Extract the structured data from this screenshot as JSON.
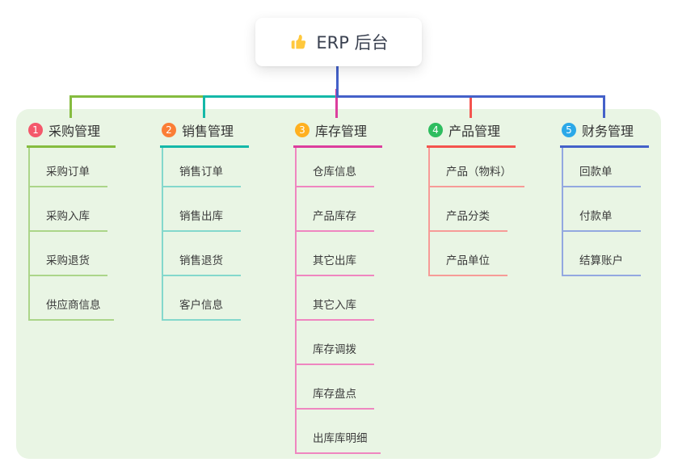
{
  "root": {
    "title": "ERP 后台",
    "icon": "thumbs-up-icon"
  },
  "colors": {
    "panel_bg": "#E9F5E4",
    "connector_blue": "#4461C9",
    "root_icon_yellow": "#FFC83D"
  },
  "branches": [
    {
      "badge": "1",
      "label": "采购管理",
      "color": "#85BC3F",
      "light_color": "#ABD589",
      "badge_color": "#F4586B",
      "children": [
        "采购订单",
        "采购入库",
        "采购退货",
        "供应商信息"
      ]
    },
    {
      "badge": "2",
      "label": "销售管理",
      "color": "#14B8A8",
      "light_color": "#84D8CC",
      "badge_color": "#FB7E36",
      "children": [
        "销售订单",
        "销售出库",
        "销售退货",
        "客户信息"
      ]
    },
    {
      "badge": "3",
      "label": "库存管理",
      "color": "#DC3E9D",
      "light_color": "#EF86C0",
      "badge_color": "#FFB020",
      "children": [
        "仓库信息",
        "产品库存",
        "其它出库",
        "其它入库",
        "库存调拨",
        "库存盘点",
        "出库库明细"
      ]
    },
    {
      "badge": "4",
      "label": "产品管理",
      "color": "#F4544E",
      "light_color": "#F79B97",
      "badge_color": "#2EBD5F",
      "children": [
        "产品（物料）",
        "产品分类",
        "产品单位"
      ]
    },
    {
      "badge": "5",
      "label": "财务管理",
      "color": "#4461C9",
      "light_color": "#93A8E0",
      "badge_color": "#2BA8E8",
      "children": [
        "回款单",
        "付款单",
        "结算账户"
      ]
    }
  ]
}
